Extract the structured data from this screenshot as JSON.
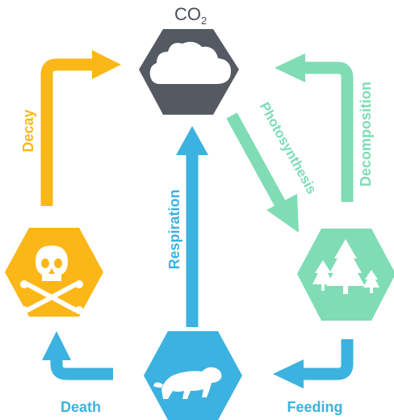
{
  "title": {
    "co2_base": "CO",
    "co2_sub": "2"
  },
  "nodes": {
    "co2": {
      "icon": "cloud-icon",
      "color": "#555a62"
    },
    "trees": {
      "icon": "trees-icon",
      "color": "#7fdcb4"
    },
    "animal": {
      "icon": "animal-icon",
      "color": "#3bb2df"
    },
    "death": {
      "icon": "skull-crossbones-icon",
      "color": "#fbb718"
    }
  },
  "processes": {
    "decay": {
      "label": "Decay",
      "color": "#fbb718"
    },
    "photosynthesis": {
      "label": "Photosynthesis",
      "color": "#7fdcb4"
    },
    "decomposition": {
      "label": "Decomposition",
      "color": "#7fdcb4"
    },
    "respiration": {
      "label": "Respiration",
      "color": "#3bb2df"
    },
    "death": {
      "label": "Death",
      "color": "#3bb2df"
    },
    "feeding": {
      "label": "Feeding",
      "color": "#3bb2df"
    }
  }
}
